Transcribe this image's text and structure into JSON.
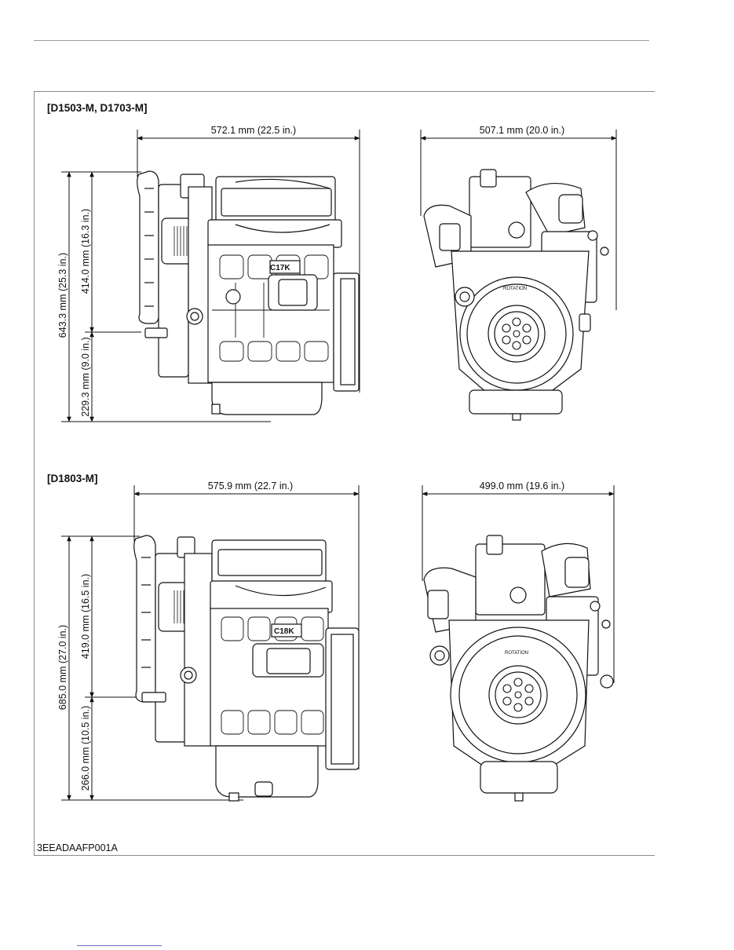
{
  "sections": [
    {
      "label": "[D1503-M, D1703-M]",
      "side_width": "572.1 mm (22.5 in.)",
      "front_width": "507.1 mm (20.0 in.)",
      "total_height": "643.3 mm (25.3 in.)",
      "upper_height": "414.0 mm (16.3 in.)",
      "lower_height": "229.3 mm (9.0 in.)",
      "block_marking": "C17K",
      "rotation_marking": "ROTATION"
    },
    {
      "label": "[D1803-M]",
      "side_width": "575.9 mm (22.7 in.)",
      "front_width": "499.0 mm (19.6 in.)",
      "total_height": "685.0 mm (27.0 in.)",
      "upper_height": "419.0 mm (16.5 in.)",
      "lower_height": "266.0 mm (10.5 in.)",
      "block_marking": "C18K",
      "rotation_marking": "ROTATION"
    }
  ],
  "figure_code": "3EEADAAFP001A"
}
